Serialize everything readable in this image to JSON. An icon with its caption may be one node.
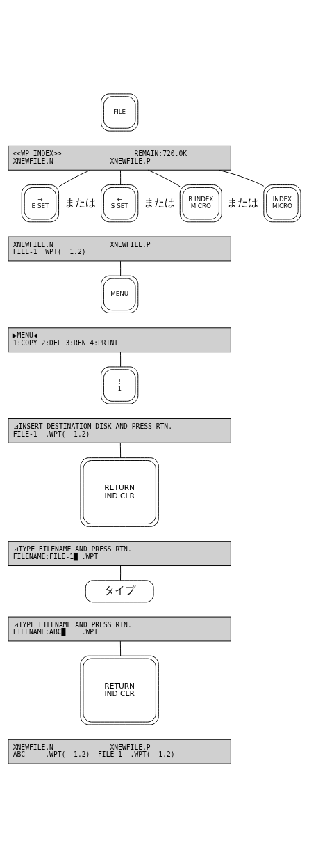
{
  "diagram": {
    "nodes": [
      {
        "text": [
          "FILE"
        ]
      },
      {
        "text": [
          "<<WP INDEX>>                  REMAIN:720.0K",
          "XNEWFILE.N              XNEWFILE.P"
        ]
      },
      {
        "text": [
          "→",
          "E SET"
        ]
      },
      {
        "text": [
          "←",
          "S SET"
        ]
      },
      {
        "text": [
          "R INDEX",
          "MICRO"
        ]
      },
      {
        "text": [
          "INDEX",
          "MICRO"
        ]
      },
      {
        "text": [
          "XNEWFILE.N              XNEWFILE.P",
          "FILE-1  WPT(  1.2)"
        ]
      },
      {
        "text": [
          "MENU"
        ]
      },
      {
        "text": [
          "▶MENU◀",
          "1:COPY 2:DEL 3:REN 4:PRINT"
        ]
      },
      {
        "text": [
          "!",
          "1"
        ]
      },
      {
        "text": [
          "⊿INSERT DESTINATION DISK AND PRESS RTN.",
          "FILE-1  .WPT(  1.2)"
        ]
      },
      {
        "text": [
          "RETURN",
          "IND CLR"
        ]
      },
      {
        "text": [
          "⊿TYPE FILENAME AND PRESS RTN.",
          "FILENAME:FILE-1█ .WPT"
        ]
      },
      {
        "text": [
          "タイプ"
        ]
      },
      {
        "text": [
          "⊿TYPE FILENAME AND PRESS RTN.",
          "FILENAME:ABC█    .WPT"
        ]
      },
      {
        "text": [
          "RETURN",
          "IND CLR"
        ]
      },
      {
        "text": [
          "XNEWFILE.N              XNEWFILE.P",
          "ABC     .WPT(  1.2)  FILE-1  .WPT(  1.2)"
        ]
      }
    ],
    "edges": [
      {
        "from": 1,
        "to": 2,
        "arrow": "none"
      },
      {
        "from": 1,
        "to": 3,
        "arrow": "none"
      },
      {
        "from": 1,
        "to": 4,
        "arrow": "none"
      },
      {
        "from": 1,
        "to": 5,
        "arrow": "none"
      },
      {
        "from": 6,
        "to": 7,
        "arrow": "none"
      },
      {
        "from": 8,
        "to": 9,
        "arrow": "none"
      },
      {
        "from": 10,
        "to": 11,
        "arrow": "none"
      },
      {
        "from": 12,
        "to": 13,
        "arrow": "none"
      },
      {
        "from": 14,
        "to": 15,
        "arrow": "none"
      }
    ],
    "labels": [
      "または",
      "または",
      "または"
    ]
  }
}
